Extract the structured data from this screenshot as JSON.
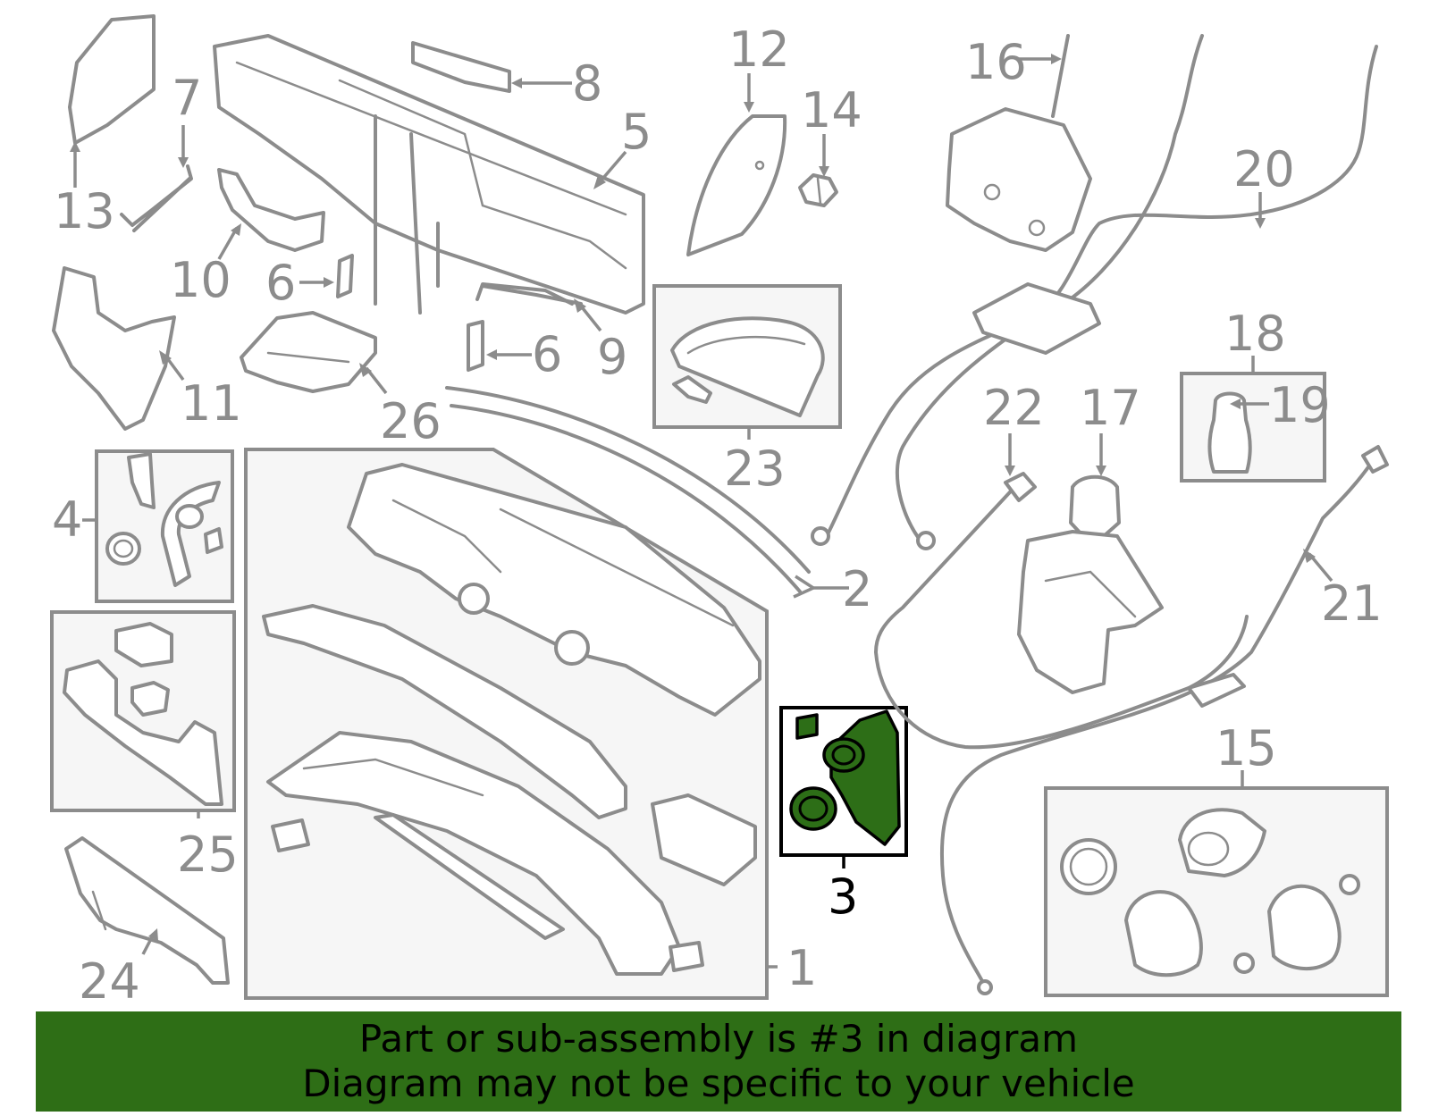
{
  "highlight_color": "#2e6e16",
  "callouts": {
    "c1": "1",
    "c2": "2",
    "c3": "3",
    "c4": "4",
    "c5": "5",
    "c6a": "6",
    "c6b": "6",
    "c7": "7",
    "c8": "8",
    "c9": "9",
    "c10": "10",
    "c11": "11",
    "c12": "12",
    "c13": "13",
    "c14": "14",
    "c15": "15",
    "c16": "16",
    "c17": "17",
    "c18": "18",
    "c19": "19",
    "c20": "20",
    "c21": "21",
    "c22": "22",
    "c23": "23",
    "c24": "24",
    "c25": "25",
    "c26": "26"
  },
  "banner": {
    "line1": "Part or sub-assembly is #3 in diagram",
    "line2": "Diagram may not be specific to your vehicle"
  }
}
